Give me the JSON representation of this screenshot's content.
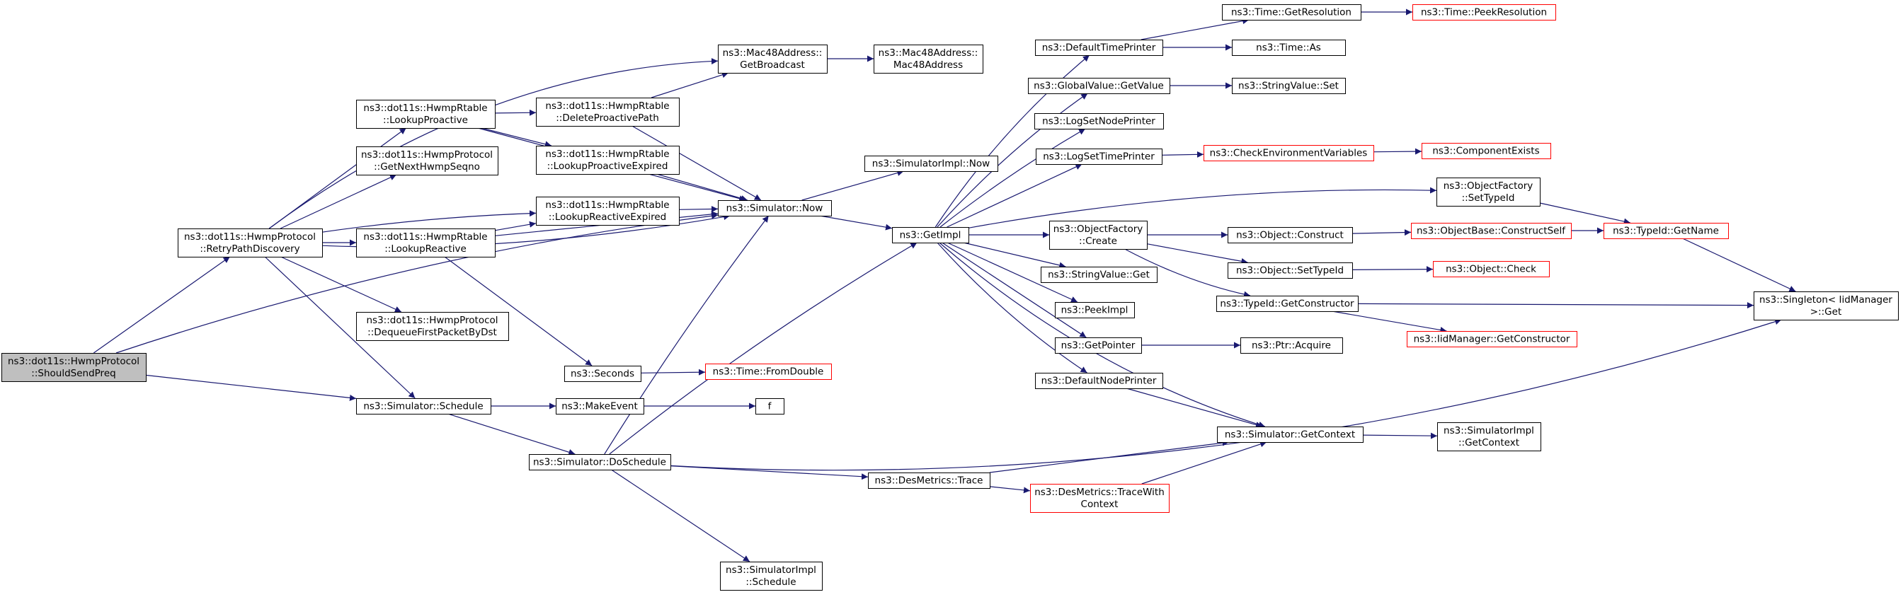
{
  "diagram": {
    "colors": {
      "edge": "#191970",
      "node_border": "#000000",
      "missing_border": "#ff0000",
      "root_fill": "#bfbfbf",
      "node_fill": "#ffffff",
      "text": "#000000"
    },
    "nodes": [
      {
        "id": "should_send_preq",
        "lines": [
          "ns3::dot11s::HwmpProtocol",
          "::ShouldSendPreq"
        ],
        "style": "root"
      },
      {
        "id": "retry_path_discovery",
        "lines": [
          "ns3::dot11s::HwmpProtocol",
          "::RetryPathDiscovery"
        ],
        "style": "normal"
      },
      {
        "id": "simulator_schedule",
        "lines": [
          "ns3::Simulator::Schedule"
        ],
        "style": "normal"
      },
      {
        "id": "lookup_proactive",
        "lines": [
          "ns3::dot11s::HwmpRtable",
          "::LookupProactive"
        ],
        "style": "normal"
      },
      {
        "id": "get_next_hwmp_seqno",
        "lines": [
          "ns3::dot11s::HwmpProtocol",
          "::GetNextHwmpSeqno"
        ],
        "style": "normal"
      },
      {
        "id": "lookup_reactive",
        "lines": [
          "ns3::dot11s::HwmpRtable",
          "::LookupReactive"
        ],
        "style": "normal"
      },
      {
        "id": "dequeue_first_packet",
        "lines": [
          "ns3::dot11s::HwmpProtocol",
          "::DequeueFirstPacketByDst"
        ],
        "style": "normal"
      },
      {
        "id": "delete_proactive_path",
        "lines": [
          "ns3::dot11s::HwmpRtable",
          "::DeleteProactivePath"
        ],
        "style": "normal"
      },
      {
        "id": "lookup_proactive_expired",
        "lines": [
          "ns3::dot11s::HwmpRtable",
          "::LookupProactiveExpired"
        ],
        "style": "normal"
      },
      {
        "id": "lookup_reactive_expired",
        "lines": [
          "ns3::dot11s::HwmpRtable",
          "::LookupReactiveExpired"
        ],
        "style": "normal"
      },
      {
        "id": "make_event",
        "lines": [
          "ns3::MakeEvent"
        ],
        "style": "normal"
      },
      {
        "id": "simulator_do_schedule",
        "lines": [
          "ns3::Simulator::DoSchedule"
        ],
        "style": "normal"
      },
      {
        "id": "seconds",
        "lines": [
          "ns3::Seconds"
        ],
        "style": "normal"
      },
      {
        "id": "mac48_get_broadcast",
        "lines": [
          "ns3::Mac48Address::",
          "GetBroadcast"
        ],
        "style": "normal"
      },
      {
        "id": "simulator_now",
        "lines": [
          "ns3::Simulator::Now"
        ],
        "style": "normal"
      },
      {
        "id": "time_from_double",
        "lines": [
          "ns3::Time::FromDouble"
        ],
        "style": "missing"
      },
      {
        "id": "f",
        "lines": [
          "f"
        ],
        "style": "normal"
      },
      {
        "id": "simulator_impl_schedule",
        "lines": [
          "ns3::SimulatorImpl",
          "::Schedule"
        ],
        "style": "normal"
      },
      {
        "id": "mac48_address",
        "lines": [
          "ns3::Mac48Address::",
          "Mac48Address"
        ],
        "style": "normal"
      },
      {
        "id": "simulator_impl_now",
        "lines": [
          "ns3::SimulatorImpl::Now"
        ],
        "style": "normal"
      },
      {
        "id": "get_impl",
        "lines": [
          "ns3::GetImpl"
        ],
        "style": "normal"
      },
      {
        "id": "des_metrics_trace",
        "lines": [
          "ns3::DesMetrics::Trace"
        ],
        "style": "normal"
      },
      {
        "id": "des_metrics_trace_with_context",
        "lines": [
          "ns3::DesMetrics::TraceWith",
          "Context"
        ],
        "style": "missing"
      },
      {
        "id": "default_time_printer",
        "lines": [
          "ns3::DefaultTimePrinter"
        ],
        "style": "normal"
      },
      {
        "id": "global_value_get_value",
        "lines": [
          "ns3::GlobalValue::GetValue"
        ],
        "style": "normal"
      },
      {
        "id": "log_set_node_printer",
        "lines": [
          "ns3::LogSetNodePrinter"
        ],
        "style": "normal"
      },
      {
        "id": "log_set_time_printer",
        "lines": [
          "ns3::LogSetTimePrinter"
        ],
        "style": "normal"
      },
      {
        "id": "object_factory_create",
        "lines": [
          "ns3::ObjectFactory",
          "::Create"
        ],
        "style": "normal"
      },
      {
        "id": "string_value_get",
        "lines": [
          "ns3::StringValue::Get"
        ],
        "style": "normal"
      },
      {
        "id": "peek_impl",
        "lines": [
          "ns3::PeekImpl"
        ],
        "style": "normal"
      },
      {
        "id": "get_pointer",
        "lines": [
          "ns3::GetPointer"
        ],
        "style": "normal"
      },
      {
        "id": "default_node_printer",
        "lines": [
          "ns3::DefaultNodePrinter"
        ],
        "style": "normal"
      },
      {
        "id": "time_get_resolution",
        "lines": [
          "ns3::Time::GetResolution"
        ],
        "style": "normal"
      },
      {
        "id": "time_as",
        "lines": [
          "ns3::Time::As"
        ],
        "style": "normal"
      },
      {
        "id": "string_value_set",
        "lines": [
          "ns3::StringValue::Set"
        ],
        "style": "normal"
      },
      {
        "id": "check_environment_variables",
        "lines": [
          "ns3::CheckEnvironmentVariables"
        ],
        "style": "missing"
      },
      {
        "id": "object_construct",
        "lines": [
          "ns3::Object::Construct"
        ],
        "style": "normal"
      },
      {
        "id": "object_set_type_id",
        "lines": [
          "ns3::Object::SetTypeId"
        ],
        "style": "normal"
      },
      {
        "id": "type_id_get_constructor",
        "lines": [
          "ns3::TypeId::GetConstructor"
        ],
        "style": "normal"
      },
      {
        "id": "ptr_acquire",
        "lines": [
          "ns3::Ptr::Acquire"
        ],
        "style": "normal"
      },
      {
        "id": "simulator_get_context",
        "lines": [
          "ns3::Simulator::GetContext"
        ],
        "style": "normal"
      },
      {
        "id": "time_peek_resolution",
        "lines": [
          "ns3::Time::PeekResolution"
        ],
        "style": "missing"
      },
      {
        "id": "component_exists",
        "lines": [
          "ns3::ComponentExists"
        ],
        "style": "missing"
      },
      {
        "id": "object_factory_set_type_id",
        "lines": [
          "ns3::ObjectFactory",
          "::SetTypeId"
        ],
        "style": "normal"
      },
      {
        "id": "object_base_construct_self",
        "lines": [
          "ns3::ObjectBase::ConstructSelf"
        ],
        "style": "missing"
      },
      {
        "id": "object_check",
        "lines": [
          "ns3::Object::Check"
        ],
        "style": "missing"
      },
      {
        "id": "iid_manager_get_constructor",
        "lines": [
          "ns3::IidManager::GetConstructor"
        ],
        "style": "missing"
      },
      {
        "id": "simulator_impl_get_context",
        "lines": [
          "ns3::SimulatorImpl",
          "::GetContext"
        ],
        "style": "normal"
      },
      {
        "id": "type_id_get_name",
        "lines": [
          "ns3::TypeId::GetName"
        ],
        "style": "missing"
      },
      {
        "id": "singleton_get",
        "lines": [
          "ns3::Singleton< IidManager",
          " >::Get"
        ],
        "style": "normal"
      }
    ],
    "edges": [
      [
        "should_send_preq",
        "retry_path_discovery"
      ],
      [
        "should_send_preq",
        "simulator_now"
      ],
      [
        "should_send_preq",
        "simulator_schedule"
      ],
      [
        "retry_path_discovery",
        "mac48_get_broadcast"
      ],
      [
        "retry_path_discovery",
        "lookup_proactive"
      ],
      [
        "retry_path_discovery",
        "get_next_hwmp_seqno"
      ],
      [
        "retry_path_discovery",
        "lookup_reactive_expired"
      ],
      [
        "retry_path_discovery",
        "simulator_now"
      ],
      [
        "retry_path_discovery",
        "lookup_reactive"
      ],
      [
        "retry_path_discovery",
        "dequeue_first_packet"
      ],
      [
        "retry_path_discovery",
        "simulator_schedule"
      ],
      [
        "lookup_proactive",
        "delete_proactive_path"
      ],
      [
        "lookup_proactive",
        "lookup_proactive_expired"
      ],
      [
        "lookup_proactive",
        "simulator_now"
      ],
      [
        "lookup_reactive",
        "lookup_reactive_expired"
      ],
      [
        "lookup_reactive",
        "simulator_now"
      ],
      [
        "lookup_reactive",
        "seconds"
      ],
      [
        "delete_proactive_path",
        "mac48_get_broadcast"
      ],
      [
        "delete_proactive_path",
        "simulator_now"
      ],
      [
        "lookup_proactive_expired",
        "simulator_now"
      ],
      [
        "lookup_reactive_expired",
        "simulator_now"
      ],
      [
        "mac48_get_broadcast",
        "mac48_address"
      ],
      [
        "simulator_now",
        "simulator_impl_now"
      ],
      [
        "simulator_now",
        "get_impl"
      ],
      [
        "seconds",
        "time_from_double"
      ],
      [
        "simulator_schedule",
        "make_event"
      ],
      [
        "simulator_schedule",
        "simulator_do_schedule"
      ],
      [
        "make_event",
        "f"
      ],
      [
        "simulator_do_schedule",
        "simulator_now"
      ],
      [
        "simulator_do_schedule",
        "get_impl"
      ],
      [
        "simulator_do_schedule",
        "des_metrics_trace"
      ],
      [
        "simulator_do_schedule",
        "simulator_impl_schedule"
      ],
      [
        "simulator_do_schedule",
        "singleton_get"
      ],
      [
        "get_impl",
        "default_time_printer"
      ],
      [
        "get_impl",
        "global_value_get_value"
      ],
      [
        "get_impl",
        "log_set_node_printer"
      ],
      [
        "get_impl",
        "log_set_time_printer"
      ],
      [
        "get_impl",
        "object_factory_set_type_id"
      ],
      [
        "get_impl",
        "object_factory_create"
      ],
      [
        "get_impl",
        "string_value_get"
      ],
      [
        "get_impl",
        "peek_impl"
      ],
      [
        "get_impl",
        "get_pointer"
      ],
      [
        "get_impl",
        "default_node_printer"
      ],
      [
        "get_impl",
        "simulator_get_context"
      ],
      [
        "default_time_printer",
        "time_get_resolution"
      ],
      [
        "default_time_printer",
        "time_as"
      ],
      [
        "time_get_resolution",
        "time_peek_resolution"
      ],
      [
        "global_value_get_value",
        "string_value_set"
      ],
      [
        "log_set_time_printer",
        "check_environment_variables"
      ],
      [
        "check_environment_variables",
        "component_exists"
      ],
      [
        "object_factory_create",
        "object_construct"
      ],
      [
        "object_factory_create",
        "object_set_type_id"
      ],
      [
        "object_factory_create",
        "type_id_get_constructor"
      ],
      [
        "object_construct",
        "object_base_construct_self"
      ],
      [
        "object_base_construct_self",
        "type_id_get_name"
      ],
      [
        "object_set_type_id",
        "object_check"
      ],
      [
        "type_id_get_constructor",
        "singleton_get"
      ],
      [
        "type_id_get_constructor",
        "iid_manager_get_constructor"
      ],
      [
        "object_factory_set_type_id",
        "type_id_get_name"
      ],
      [
        "type_id_get_name",
        "singleton_get"
      ],
      [
        "get_pointer",
        "ptr_acquire"
      ],
      [
        "default_node_printer",
        "simulator_get_context"
      ],
      [
        "des_metrics_trace",
        "simulator_get_context"
      ],
      [
        "des_metrics_trace",
        "des_metrics_trace_with_context"
      ],
      [
        "des_metrics_trace_with_context",
        "simulator_get_context"
      ],
      [
        "simulator_get_context",
        "simulator_impl_get_context"
      ]
    ]
  }
}
